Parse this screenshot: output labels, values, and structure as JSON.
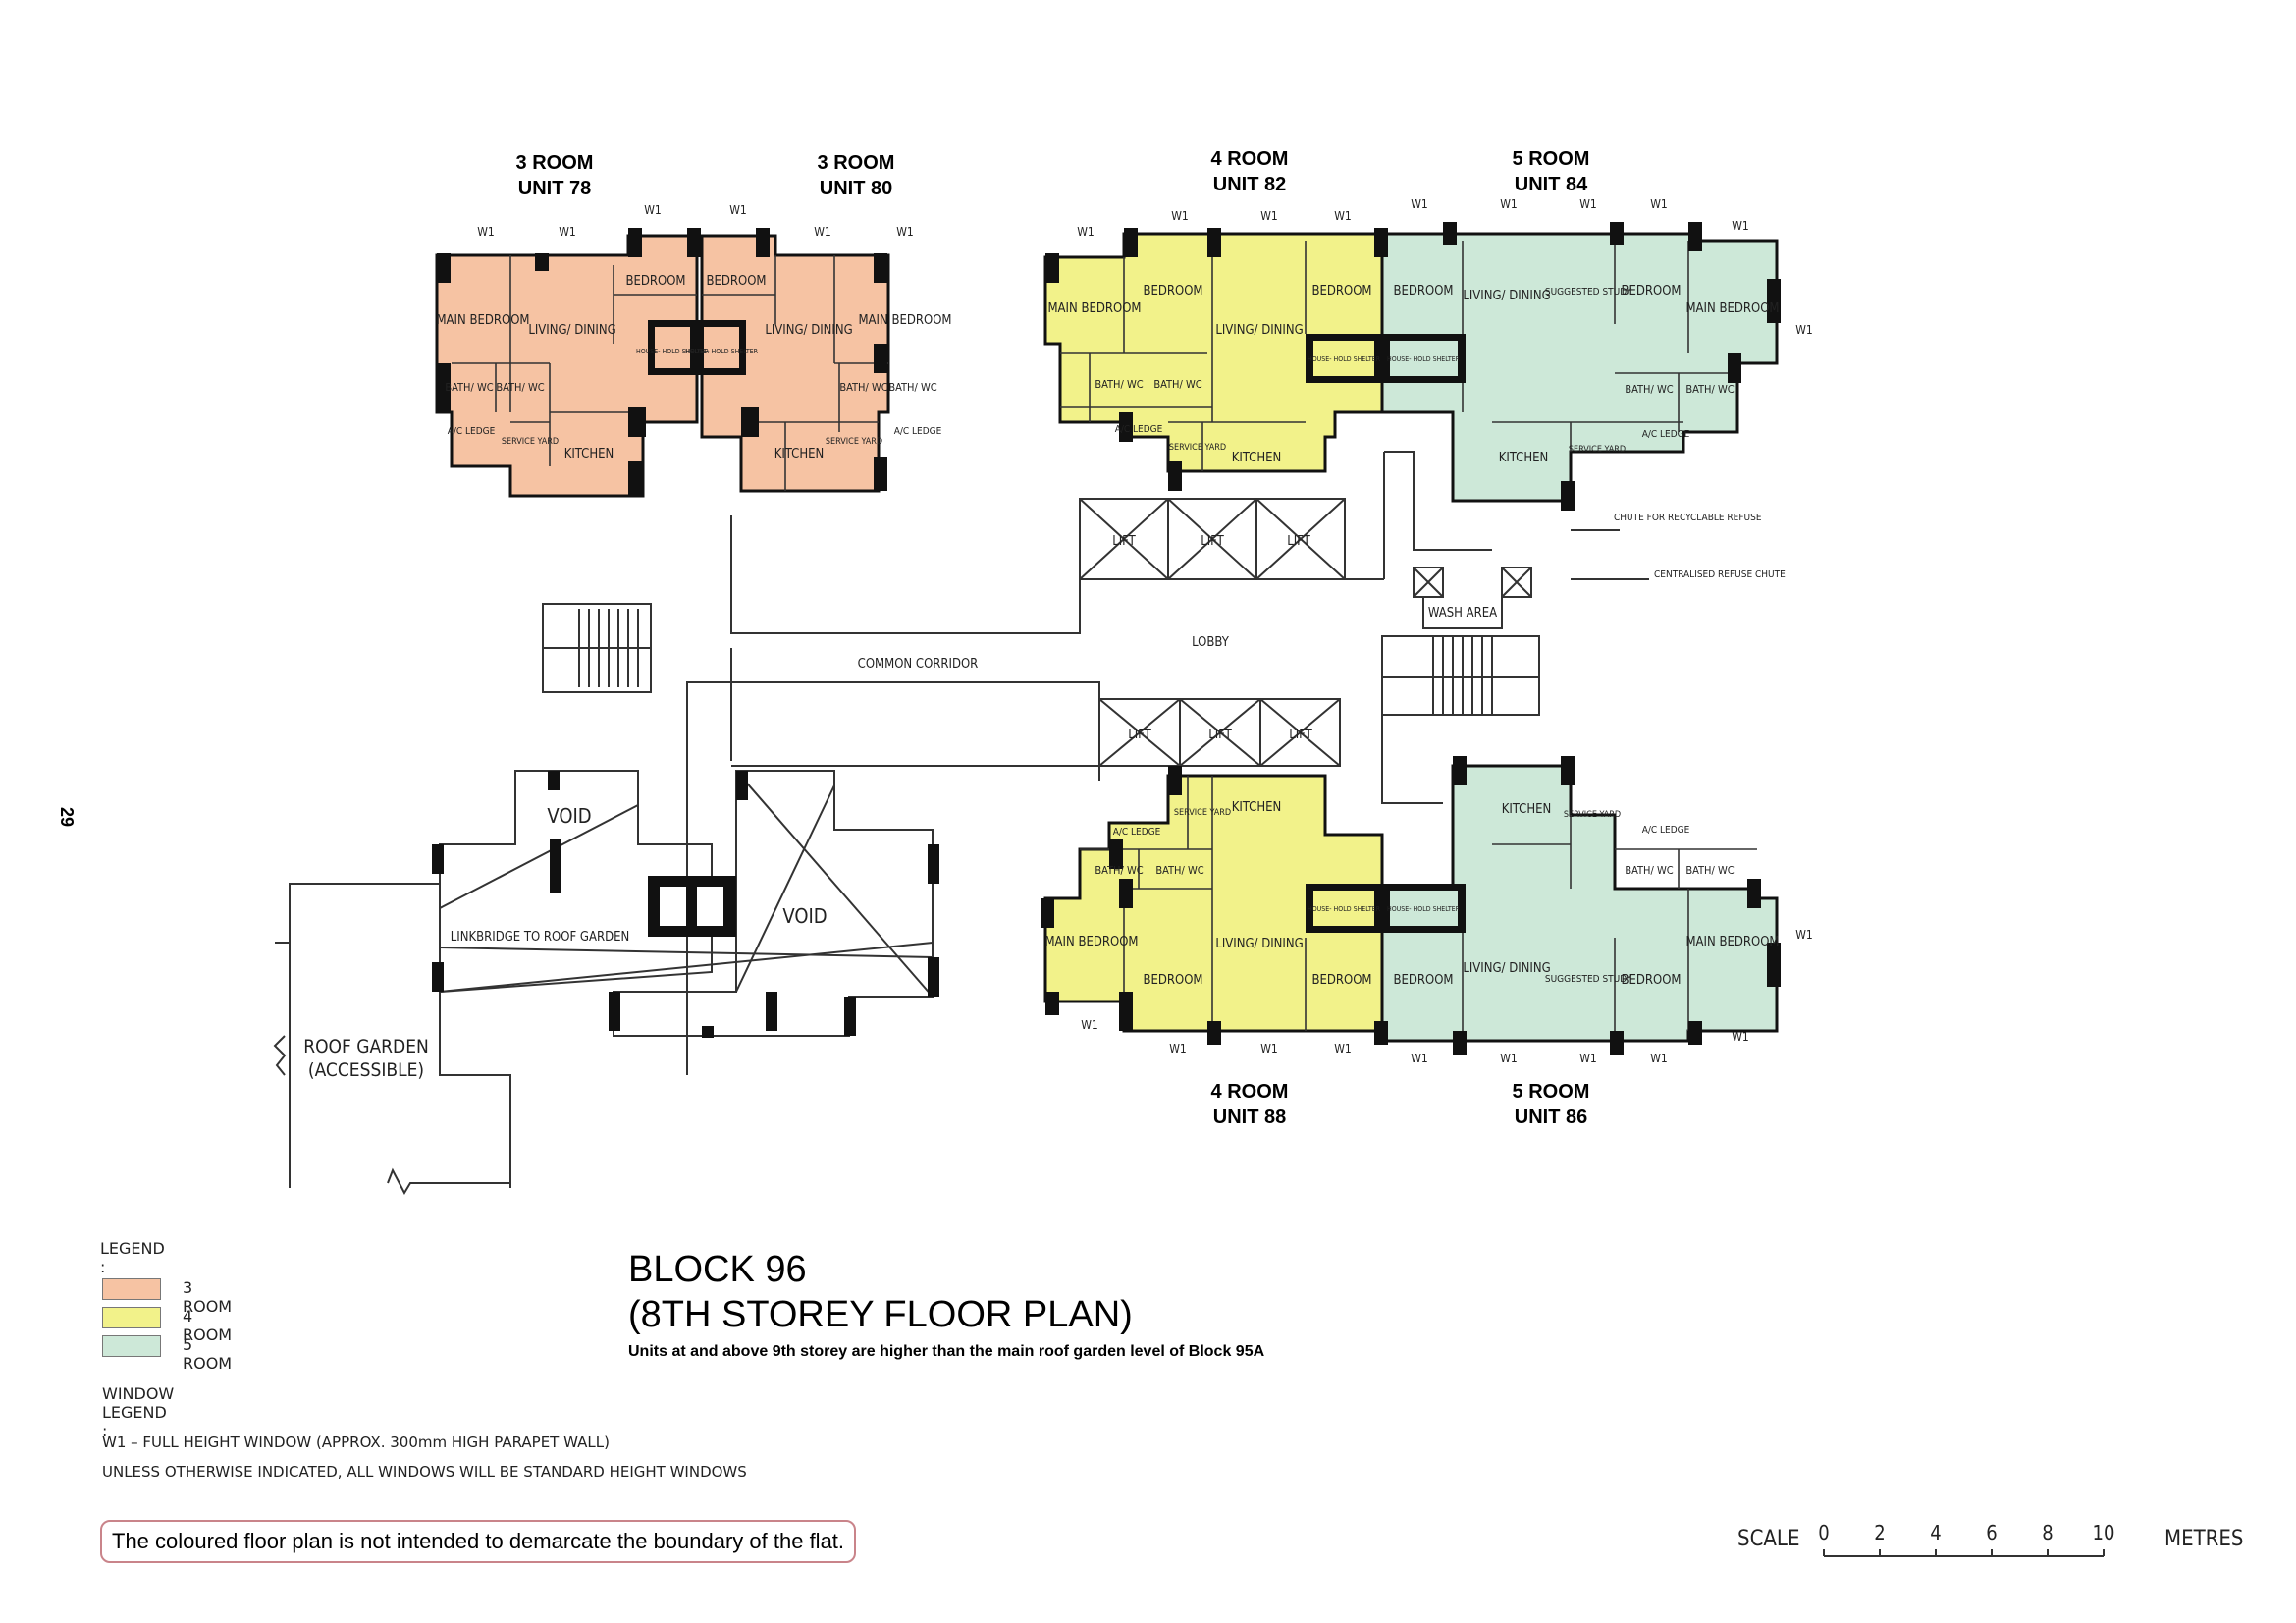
{
  "page_number": "29",
  "units": [
    {
      "id": "u78",
      "room_type": "3 ROOM",
      "unit": "UNIT 78",
      "color": "#f6c3a3"
    },
    {
      "id": "u80",
      "room_type": "3 ROOM",
      "unit": "UNIT 80",
      "color": "#f6c3a3"
    },
    {
      "id": "u82",
      "room_type": "4 ROOM",
      "unit": "UNIT 82",
      "color": "#f2f28a"
    },
    {
      "id": "u84",
      "room_type": "5 ROOM",
      "unit": "UNIT 84",
      "color": "#cde8d8"
    },
    {
      "id": "u88",
      "room_type": "4 ROOM",
      "unit": "UNIT 88",
      "color": "#f2f28a"
    },
    {
      "id": "u86",
      "room_type": "5 ROOM",
      "unit": "UNIT 86",
      "color": "#cde8d8"
    }
  ],
  "room_labels": {
    "main_bedroom": "MAIN BEDROOM",
    "bedroom": "BEDROOM",
    "living_dining": "LIVING/ DINING",
    "kitchen": "KITCHEN",
    "bath_wc": "BATH/ WC",
    "ac_ledge": "A/C LEDGE",
    "service_yard": "SERVICE YARD",
    "household_shelter": "HOUSE- HOLD SHELTER",
    "suggested_study": "SUGGESTED STUDY",
    "window_tag": "W1"
  },
  "common_labels": {
    "lift": "LIFT",
    "lobby": "LOBBY",
    "common_corridor": "COMMON CORRIDOR",
    "wash_area": "WASH AREA",
    "void": "VOID",
    "linkbridge": "LINKBRIDGE TO ROOF GARDEN",
    "roof_garden_1": "ROOF GARDEN",
    "roof_garden_2": "(ACCESSIBLE)",
    "chute_recyclable": "CHUTE FOR RECYCLABLE REFUSE",
    "centralised_chute": "CENTRALISED REFUSE CHUTE"
  },
  "legend": {
    "title": "LEGEND :",
    "items": [
      {
        "label": "3 ROOM",
        "color": "#f6c3a3"
      },
      {
        "label": "4 ROOM",
        "color": "#f2f28a"
      },
      {
        "label": "5 ROOM",
        "color": "#cde8d8"
      }
    ],
    "window_title": "WINDOW LEGEND :",
    "window_line1": "W1 – FULL HEIGHT WINDOW (APPROX. 300mm HIGH PARAPET WALL)",
    "window_line2": "UNLESS OTHERWISE INDICATED, ALL WINDOWS WILL BE STANDARD HEIGHT WINDOWS"
  },
  "title": {
    "line1": "BLOCK 96",
    "line2": "(8TH STOREY FLOOR PLAN)",
    "subtitle": "Units at and above 9th storey are higher than the main roof garden level of Block 95A"
  },
  "disclaimer": "The coloured floor plan is not intended to demarcate the boundary of the flat.",
  "scale": {
    "label": "SCALE",
    "ticks": [
      "0",
      "2",
      "4",
      "6",
      "8",
      "10"
    ],
    "unit": "METRES"
  },
  "colors": {
    "room3": "#f6c3a3",
    "room4": "#f2f28a",
    "room5": "#cde8d8",
    "wall": "#111111"
  }
}
